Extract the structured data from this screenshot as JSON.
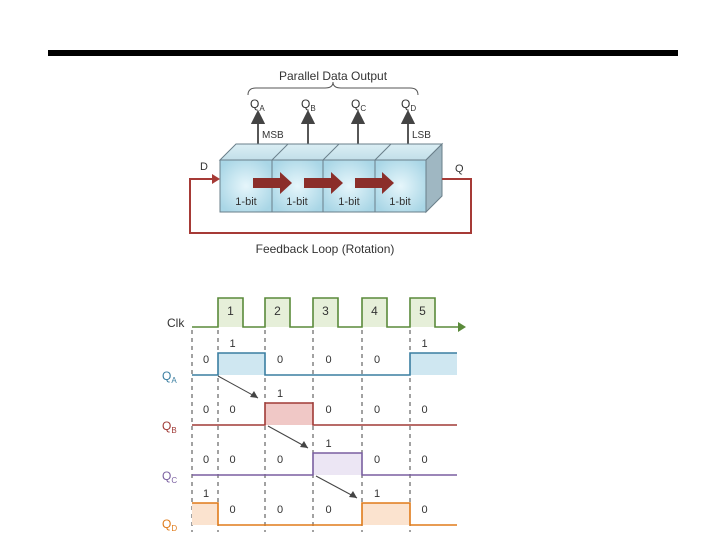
{
  "register": {
    "title": "Parallel Data Output",
    "outputs": [
      {
        "main": "Q",
        "sub": "A"
      },
      {
        "main": "Q",
        "sub": "B"
      },
      {
        "main": "Q",
        "sub": "C"
      },
      {
        "main": "Q",
        "sub": "D"
      }
    ],
    "msb_label": "MSB",
    "lsb_label": "LSB",
    "input_label": "D",
    "output_label": "Q",
    "cell_labels": [
      "1-bit",
      "1-bit",
      "1-bit",
      "1-bit"
    ],
    "feedback_label": "Feedback Loop (Rotation)"
  },
  "timing": {
    "clk_label": "Clk",
    "pulse_numbers": [
      "1",
      "2",
      "3",
      "4",
      "5"
    ],
    "rows": [
      {
        "main": "Q",
        "sub": "A",
        "color": "#3a7ea1",
        "fill": "#cfe7f1",
        "high_slots": [
          1,
          5
        ],
        "values": [
          "0",
          "1",
          "0",
          "0",
          "0",
          "1"
        ]
      },
      {
        "main": "Q",
        "sub": "B",
        "color": "#a03a36",
        "fill": "#f0c8c6",
        "high_slots": [
          2
        ],
        "values": [
          "0",
          "0",
          "1",
          "0",
          "0",
          "0"
        ]
      },
      {
        "main": "Q",
        "sub": "C",
        "color": "#7a5fa0",
        "fill": "#ece6f4",
        "high_slots": [
          3
        ],
        "values": [
          "0",
          "0",
          "0",
          "1",
          "0",
          "0"
        ]
      },
      {
        "main": "Q",
        "sub": "D",
        "color": "#e07b1a",
        "fill": "#fbe3cf",
        "high_slots": [
          0,
          4
        ],
        "values": [
          "1",
          "0",
          "0",
          "0",
          "1",
          "0"
        ]
      }
    ],
    "clk_color": "#5a8a3a",
    "clk_fill": "#e6efd9"
  },
  "colors": {
    "feedback": "#a63a36",
    "arrow_block": "#8b2e2a",
    "cube_face": "#bfe3ee",
    "cube_edge": "#6a7f8a"
  }
}
